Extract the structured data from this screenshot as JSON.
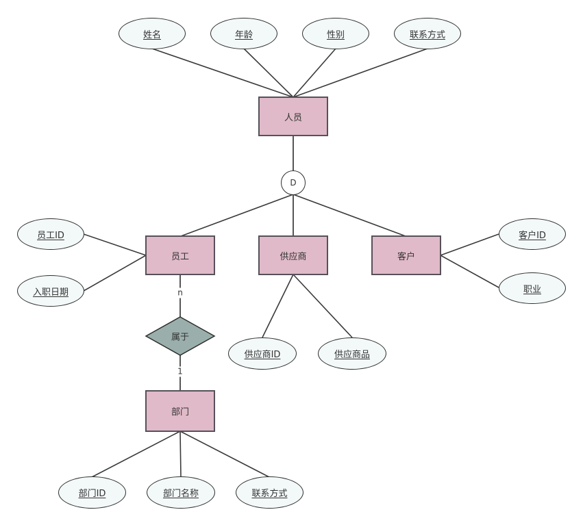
{
  "diagram": {
    "type": "ER diagram",
    "entities": [
      {
        "id": "person",
        "label": "人员"
      },
      {
        "id": "employee",
        "label": "员工"
      },
      {
        "id": "supplier",
        "label": "供应商"
      },
      {
        "id": "customer",
        "label": "客户"
      },
      {
        "id": "department",
        "label": "部门"
      }
    ],
    "attributes": [
      {
        "id": "name",
        "label": "姓名",
        "owner": "person"
      },
      {
        "id": "age",
        "label": "年龄",
        "owner": "person"
      },
      {
        "id": "gender",
        "label": "性别",
        "owner": "person"
      },
      {
        "id": "contact",
        "label": "联系方式",
        "owner": "person"
      },
      {
        "id": "emp_id",
        "label": "员工ID",
        "owner": "employee"
      },
      {
        "id": "hire_date",
        "label": "入职日期",
        "owner": "employee"
      },
      {
        "id": "sup_id",
        "label": "供应商ID",
        "owner": "supplier"
      },
      {
        "id": "sup_goods",
        "label": "供应商品",
        "owner": "supplier"
      },
      {
        "id": "cust_id",
        "label": "客户ID",
        "owner": "customer"
      },
      {
        "id": "occupation",
        "label": "职业",
        "owner": "customer"
      },
      {
        "id": "dept_id",
        "label": "部门ID",
        "owner": "department"
      },
      {
        "id": "dept_name",
        "label": "部门名称",
        "owner": "department"
      },
      {
        "id": "dept_contact",
        "label": "联系方式",
        "owner": "department"
      }
    ],
    "specialization": {
      "label": "D",
      "parent": "person",
      "children": [
        "employee",
        "supplier",
        "customer"
      ]
    },
    "relationships": [
      {
        "id": "belongs",
        "label": "属于",
        "from": "employee",
        "to": "department",
        "from_cardinality": "n",
        "to_cardinality": "1"
      }
    ],
    "colors": {
      "entity_fill": "#e0bac8",
      "entity_border": "#56505a",
      "attribute_fill": "#f3f8f8",
      "relationship_fill": "#9aafab",
      "line": "#333333"
    }
  }
}
